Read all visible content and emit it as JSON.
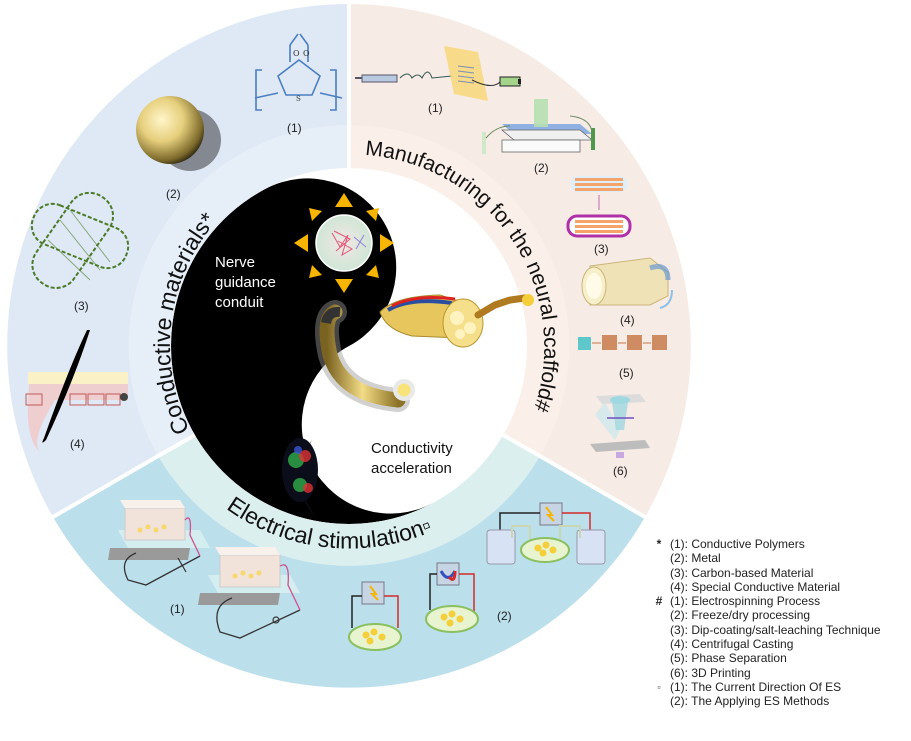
{
  "figure": {
    "center": {
      "top_label_lines": [
        "Nerve",
        "guidance",
        "conduit"
      ],
      "bottom_label_lines": [
        "Conductivity",
        "acceleration"
      ]
    },
    "sectors": [
      {
        "id": "conductive-materials",
        "title": "Conductive materials*",
        "color": "#dfe9f5",
        "band_color": "#e2ecf7",
        "items": [
          {
            "num": "(1)",
            "icon": "pedot-polymer-structure-icon"
          },
          {
            "num": "(2)",
            "icon": "metal-sphere-icon"
          },
          {
            "num": "(3)",
            "icon": "carbon-nanotube-icon"
          },
          {
            "num": "(4)",
            "icon": "special-conductive-material-icon"
          }
        ]
      },
      {
        "id": "manufacturing",
        "title": "Manufacturing for the neural scaffold#",
        "color": "#f6ebe5",
        "band_color": "#f8ede7",
        "items": [
          {
            "num": "(1)",
            "icon": "electrospinning-icon"
          },
          {
            "num": "(2)",
            "icon": "freeze-dry-icon"
          },
          {
            "num": "(3)",
            "icon": "dip-coating-icon"
          },
          {
            "num": "(4)",
            "icon": "centrifugal-casting-icon"
          },
          {
            "num": "(5)",
            "icon": "phase-separation-icon"
          },
          {
            "num": "(6)",
            "icon": "3d-printing-icon"
          }
        ]
      },
      {
        "id": "electrical-stimulation",
        "title": "Electrical stimulation▫",
        "color": "#bcdfec",
        "band_color": "#dcefef",
        "items": [
          {
            "num": "(1)",
            "icon": "current-direction-setup-icon"
          },
          {
            "num": "(2)",
            "icon": "applying-es-methods-icon"
          }
        ]
      }
    ],
    "sun_color": "#f7b500",
    "accent_blue": "#4a7fc1"
  },
  "legend": [
    {
      "symbol": "*",
      "entries": [
        "(1): Conductive Polymers",
        "(2): Metal",
        "(3): Carbon-based Material",
        "(4): Special Conductive Material"
      ]
    },
    {
      "symbol": "#",
      "entries": [
        "(1): Electrospinning Process",
        "(2): Freeze/dry processing",
        "(3): Dip-coating/salt-leaching Technique",
        "(4): Centrifugal Casting",
        "(5): Phase Separation",
        "(6): 3D Printing"
      ]
    },
    {
      "symbol": "▫",
      "entries": [
        "(1): The Current Direction Of ES",
        "(2): The Applying ES Methods"
      ]
    }
  ]
}
